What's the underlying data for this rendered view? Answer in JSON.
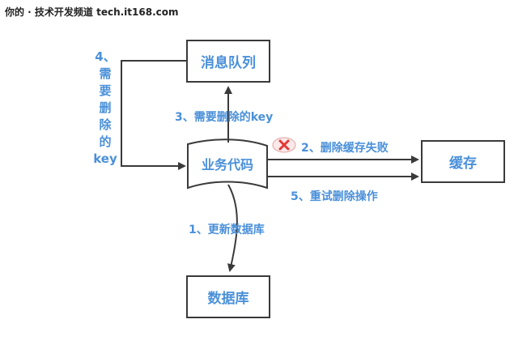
{
  "watermark": "你的 · 技术开发频道 tech.it168.com",
  "nodes": {
    "message_queue": "消息队列",
    "business_code": "业务代码",
    "cache": "缓存",
    "database": "数据库"
  },
  "edges": {
    "step1": "1、更新数据库",
    "step2": "2、删除缓存失败",
    "step3": "3、需要删除的key",
    "step4_chars": [
      "4、",
      "需",
      "要",
      "删",
      "除",
      "的",
      "key"
    ],
    "step5": "5、重试删除操作"
  },
  "icons": {
    "failure": "cross-icon"
  },
  "colors": {
    "label": "#4a90d9",
    "border": "#3a3a3a",
    "failure_cross": "#e53935"
  }
}
